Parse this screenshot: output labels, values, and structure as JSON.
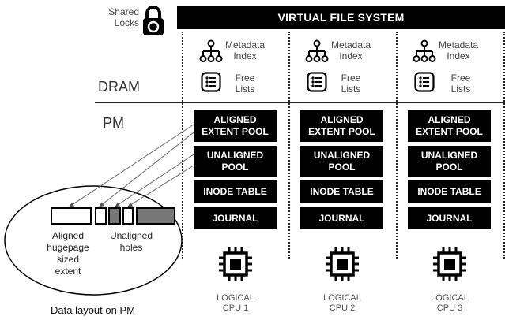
{
  "header": {
    "shared_locks_label": "Shared\nLocks",
    "vfs_title": "VIRTUAL FILE SYSTEM"
  },
  "layers": {
    "dram": "DRAM",
    "pm": "PM"
  },
  "columns": [
    {
      "metadata_label": "Metadata\nIndex",
      "free_label": "Free\nLists",
      "boxes": [
        "ALIGNED\nEXTENT POOL",
        "UNALIGNED\nPOOL",
        "INODE TABLE",
        "JOURNAL"
      ],
      "cpu_label": "LOGICAL\nCPU 1"
    },
    {
      "metadata_label": "Metadata\nIndex",
      "free_label": "Free\nLists",
      "boxes": [
        "ALIGNED\nEXTENT POOL",
        "UNALIGNED\nPOOL",
        "INODE TABLE",
        "JOURNAL"
      ],
      "cpu_label": "LOGICAL\nCPU 2"
    },
    {
      "metadata_label": "Metadata\nIndex",
      "free_label": "Free\nLists",
      "boxes": [
        "ALIGNED\nEXTENT POOL",
        "UNALIGNED\nPOOL",
        "INODE TABLE",
        "JOURNAL"
      ],
      "cpu_label": "LOGICAL\nCPU 3"
    }
  ],
  "data_layout": {
    "aligned_label": "Aligned\nhugepage\nsized\nextent",
    "unaligned_label": "Unaligned\nholes",
    "caption": "Data layout on PM"
  },
  "icons": {
    "lock": "padlock-icon",
    "metadata": "tree-hierarchy-icon",
    "free_lists": "list-icon",
    "cpu": "cpu-chip-icon"
  },
  "colors": {
    "box_fill": "#000000",
    "box_text": "#ffffff",
    "gray_block": "#777777"
  }
}
